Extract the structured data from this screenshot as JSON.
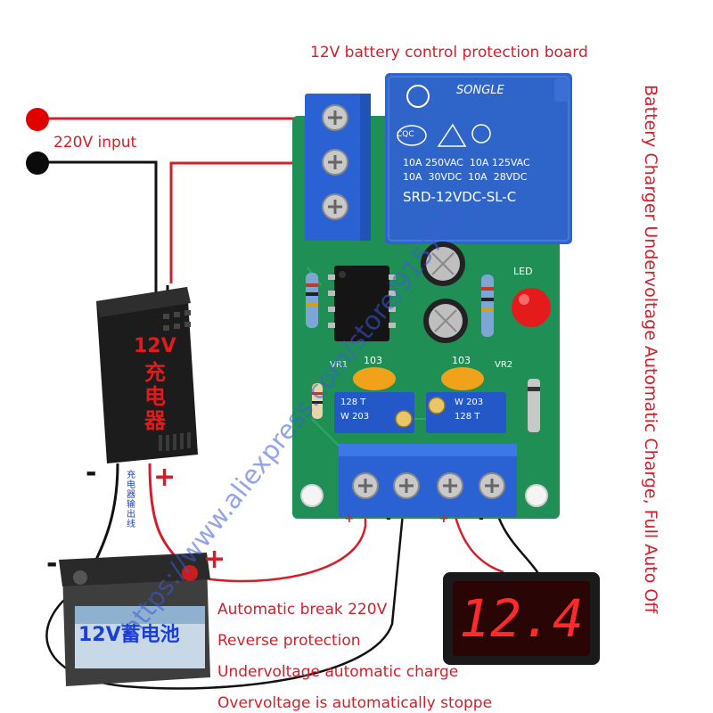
{
  "board": {
    "title": "12V battery control protection board",
    "relay_brand": "SONGLE",
    "relay_cert": "CQC",
    "relay_rating_1": "10A 250VAC  10A 125VAC",
    "relay_rating_2": "10A  30VDC  10A  28VDC",
    "relay_model": "SRD-12VDC-SL-C",
    "led_label": "LED",
    "vr1_label": "VR1",
    "vr2_label": "VR2",
    "cap1_label": "103",
    "cap2_label": "103",
    "pot1_text": "128 T",
    "pot1_text_b": "W 203",
    "pot2_text": "W 203",
    "pot2_text_b": "128 T",
    "term_plus_1": "+",
    "term_minus_1": "-",
    "term_plus_2": "+",
    "term_minus_2": "-"
  },
  "input": {
    "label": "220V input"
  },
  "charger": {
    "voltage": "12V",
    "name": "充电器",
    "output_note": "充电器输出线",
    "minus": "-",
    "plus": "+"
  },
  "battery": {
    "label": "12V蓄电池",
    "minus": "-",
    "plus": "+"
  },
  "voltmeter": {
    "reading": "12.4"
  },
  "features": [
    "Automatic break 220V",
    "Reverse protection",
    "Undervoltage automatic charge",
    "Overvoltage is automatically stoppe"
  ],
  "side_title": "Battery Charger Undervoltage Automatic Charge, Full Auto Off",
  "watermark": "https://www.aliexpress.com/store/915786",
  "colors": {
    "pcb_green": "#1f8f55",
    "relay_blue": "#2f64c9",
    "terminal_blue": "#2a62d4",
    "wire_red": "#d21f2a",
    "wire_black": "#111111",
    "text_red": "#d21f2a",
    "display_red": "#ff2a2a"
  }
}
